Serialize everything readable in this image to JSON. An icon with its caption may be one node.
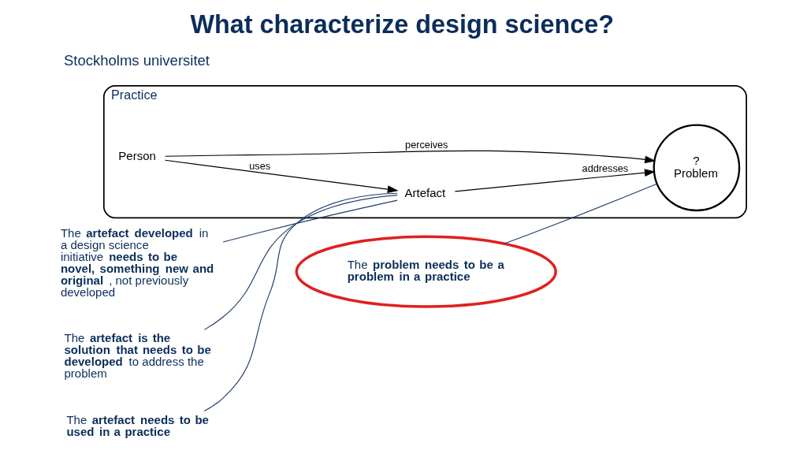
{
  "diagram": {
    "title": "What characterize design science?",
    "nodes": [
      {
        "text": [
          "Practice"
        ]
      },
      {
        "text": [
          "Person"
        ],
        "in": 0
      },
      {
        "text": [
          "?",
          "Problem"
        ],
        "in": 0
      },
      {
        "text": [
          "Artefact"
        ],
        "in": 0
      },
      {
        "text": [
          "The **artefact developed** in a design science initiative **needs to be novel, something new and original**, not previously developed"
        ]
      },
      {
        "text": [
          "The **artefact is the solution that needs to be developed** to address the problem"
        ]
      },
      {
        "text": [
          "The **artefact needs to be used in a practice**"
        ]
      },
      {
        "text": [
          "The **problem needs to be a problem in a practice**"
        ]
      }
    ],
    "edges": [
      {
        "from": 1,
        "to": 2,
        "arrow": "to",
        "label": "perceives",
        "color": "#000000"
      },
      {
        "from": 1,
        "to": 3,
        "arrow": "to",
        "label": "uses",
        "color": "#000000"
      },
      {
        "from": 3,
        "to": 2,
        "arrow": "to",
        "label": "addresses",
        "color": "#000000"
      },
      {
        "from": 4,
        "to": 3,
        "arrow": "none"
      },
      {
        "from": 5,
        "to": 3,
        "arrow": "none"
      },
      {
        "from": 6,
        "to": 3,
        "arrow": "none"
      },
      {
        "from": 7,
        "to": 2,
        "arrow": "none"
      }
    ],
    "labels": [
      "Stockholms universitet"
    ]
  }
}
